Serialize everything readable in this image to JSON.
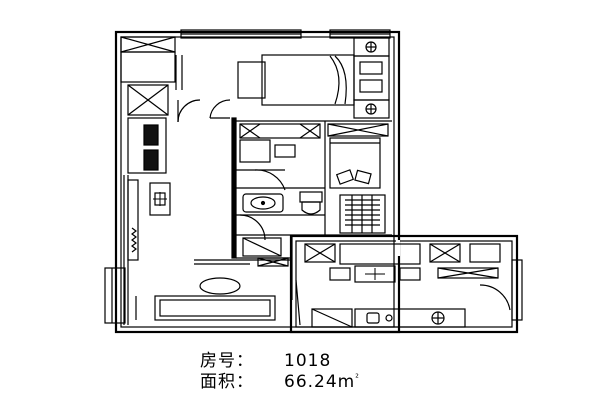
{
  "room_number_label": "房号：",
  "room_number": "1018",
  "area_label": "面积：",
  "area_value": "66.24",
  "area_unit": "m",
  "area_unit_exp": "²"
}
